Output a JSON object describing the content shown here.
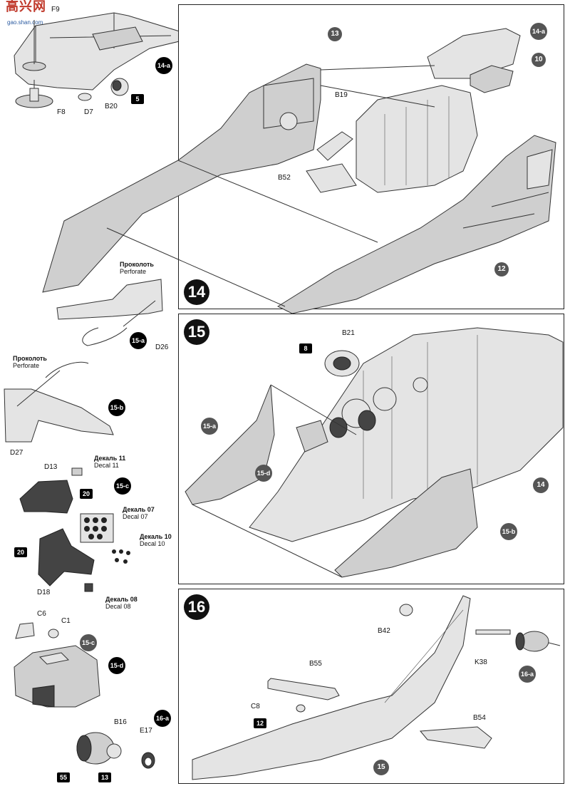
{
  "watermark": {
    "cn": "高兴网",
    "url": "gao.shan.com"
  },
  "steps": {
    "s14": "14",
    "s15": "15",
    "s16": "16"
  },
  "substeps": {
    "a14": "14-a",
    "a15a": "15-a",
    "a15b": "15-b",
    "a15c": "15-c",
    "a15d": "15-d",
    "a16a": "16-a",
    "p15c_small": "15-c"
  },
  "parts": {
    "F9": "F9",
    "F8": "F8",
    "D7": "D7",
    "B20": "B20",
    "D26": "D26",
    "D27": "D27",
    "D13": "D13",
    "D18": "D18",
    "C6": "C6",
    "C1": "C1",
    "B16": "B16",
    "E17": "E17",
    "B19": "B19",
    "B52": "B52",
    "B21": "B21",
    "B42": "B42",
    "K38": "K38",
    "B55": "B55",
    "C8": "C8",
    "B54": "B54"
  },
  "decals": {
    "d11_ru": "Декаль 11",
    "d11_en": "Decal 11",
    "d07_ru": "Декаль 07",
    "d07_en": "Decal 07",
    "d10_ru": "Декаль 10",
    "d10_en": "Decal 10",
    "d08_ru": "Декаль 08",
    "d08_en": "Decal 08"
  },
  "perforate": {
    "ru": "Проколоть",
    "en": "Perforate"
  },
  "callouts": {
    "c13": "13",
    "c10": "10",
    "c14a": "14-a",
    "c12": "12",
    "c15a": "15-a",
    "c15d": "15-d",
    "c15b": "15-b",
    "c14": "14",
    "c16a": "16-a",
    "c15": "15"
  },
  "colors": {
    "c5": "5",
    "c20a": "20",
    "c20b": "20",
    "c8": "8",
    "c12": "12",
    "c55": "55",
    "c13": "13"
  }
}
